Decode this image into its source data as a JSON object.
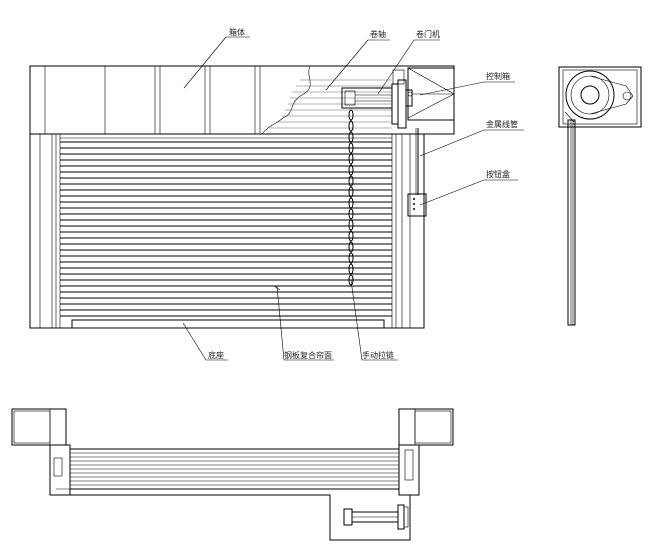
{
  "labels": {
    "box": "箱体",
    "reel_shaft": "卷轴",
    "door_motor": "卷门机",
    "control_box": "控制箱",
    "metal_conduit": "金属线管",
    "button_box": "按钮盒",
    "base_seat": "底座",
    "curtain": "钢板复合帘面",
    "manual_chain": "手动拉链"
  }
}
